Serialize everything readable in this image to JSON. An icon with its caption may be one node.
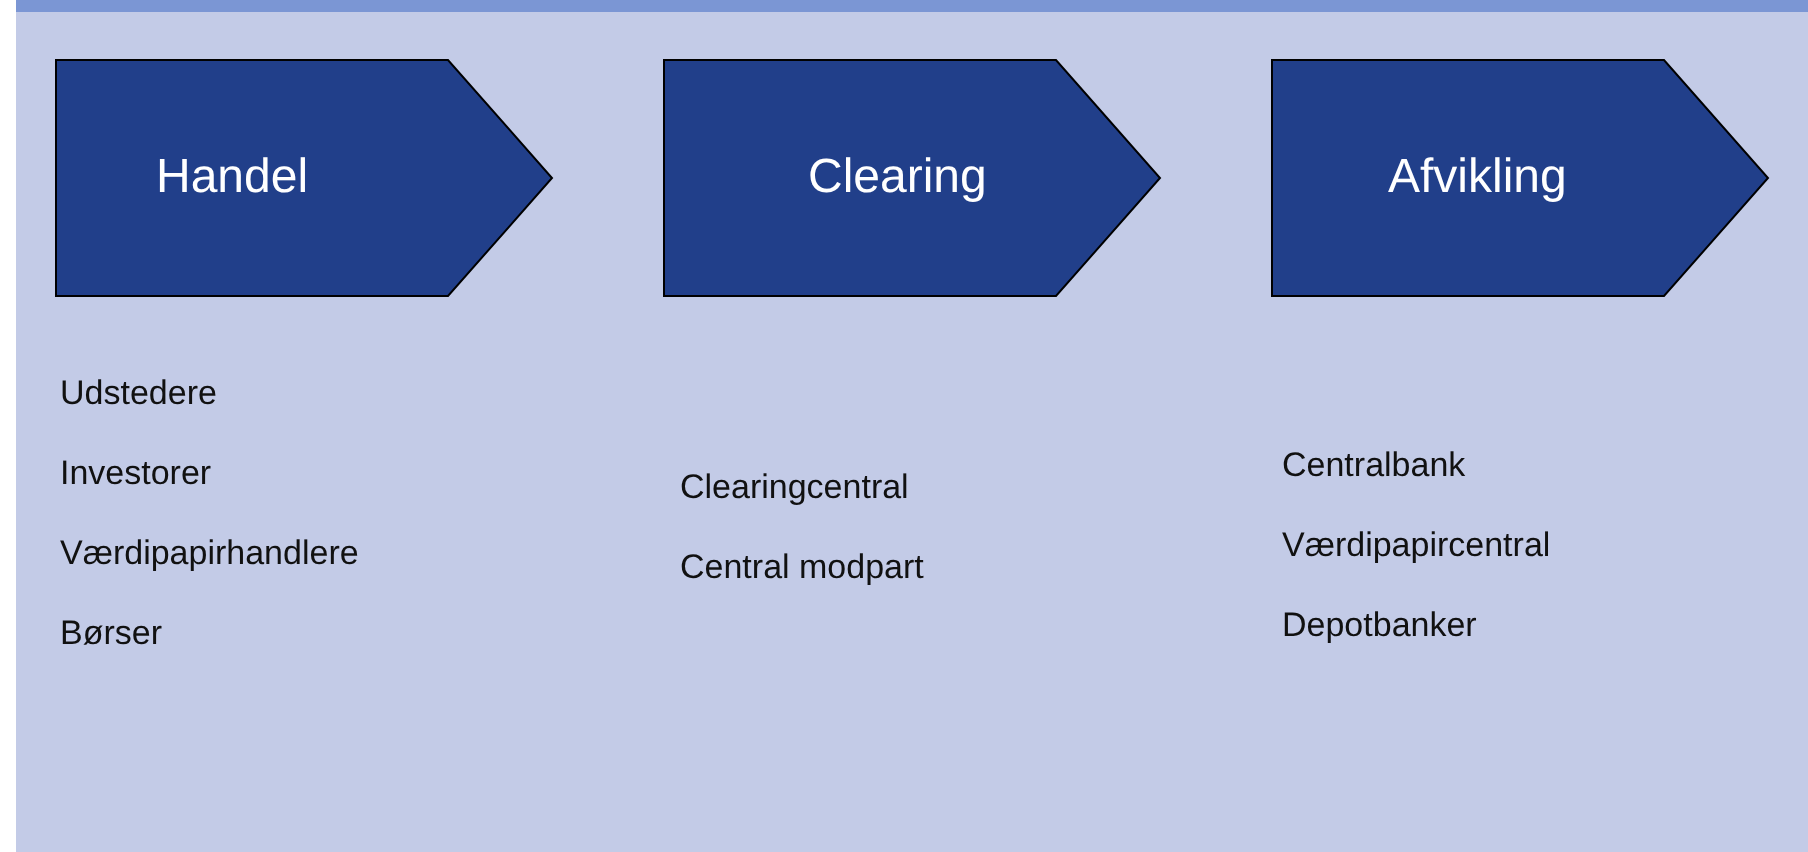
{
  "diagram": {
    "nodes": [
      {
        "text": [
          "Handel"
        ],
        "beside": [
          "Udstedere",
          "Investorer",
          "Værdipapirhandlere",
          "Børser"
        ]
      },
      {
        "text": [
          "Clearing"
        ],
        "beside": [
          "Clearingcentral",
          "Central modpart"
        ]
      },
      {
        "text": [
          "Afvikling"
        ],
        "beside": [
          "Centralbank",
          "Værdipapircentral",
          "Depotbanker"
        ]
      }
    ]
  }
}
